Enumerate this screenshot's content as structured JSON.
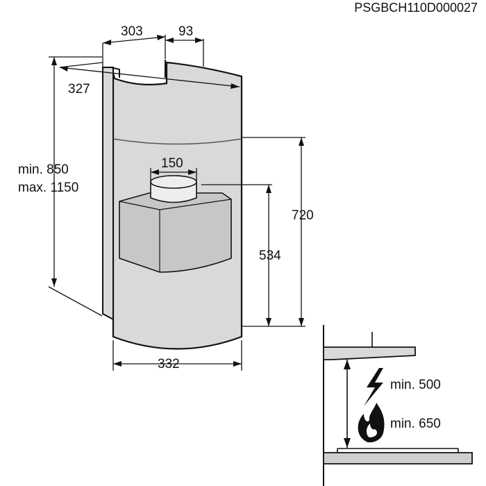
{
  "drawing_code": "PSGBCH110D000027",
  "dimensions": {
    "top_depth": "303",
    "top_offset": "93",
    "diagonal_width": "327",
    "height_range_min": "min. 850",
    "height_range_max": "max. 1150",
    "duct_diameter": "150",
    "chimney_height": "720",
    "outlet_height": "534",
    "base_width": "332"
  },
  "clearance": {
    "electric_min": "min. 500",
    "gas_min": "min. 650"
  },
  "icons": {
    "electric": "lightning-bolt-icon",
    "gas": "flame-icon"
  },
  "colors": {
    "line": "#111111",
    "body_fill": "#d9d9d9",
    "box_fill": "#c7c7c7",
    "hob_fill": "#cfcfcf"
  }
}
